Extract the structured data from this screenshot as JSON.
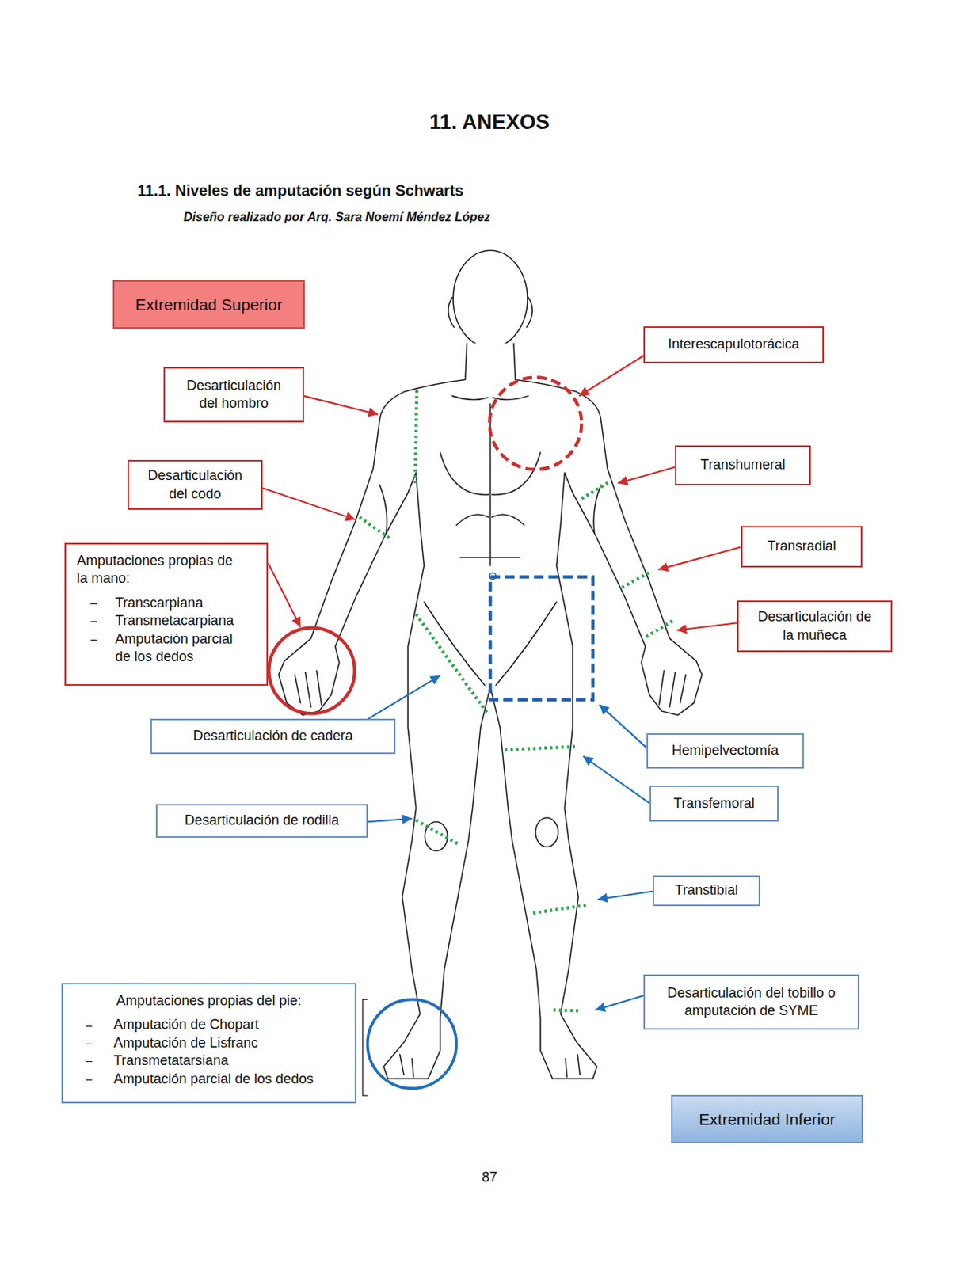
{
  "diagram": {
    "title": "11. ANEXOS",
    "nodes": [
      {
        "text": [
          "Extremidad Superior"
        ]
      },
      {
        "text": [
          "Interescapulotorácica"
        ]
      },
      {
        "text": [
          "Desarticulación del hombro"
        ]
      },
      {
        "text": [
          "Transhumeral"
        ]
      },
      {
        "text": [
          "Desarticulación del codo"
        ]
      },
      {
        "text": [
          "Transradial"
        ]
      },
      {
        "text": [
          "Amputaciones propias de la mano:",
          "Transcarpiana",
          "Transmetacarpiana",
          "Amputación parcial de los dedos"
        ]
      },
      {
        "text": [
          "Desarticulación de la muñeca"
        ]
      },
      {
        "text": [
          "Desarticulación de cadera"
        ]
      },
      {
        "text": [
          "Hemipelvectomía"
        ]
      },
      {
        "text": [
          "Transfemoral"
        ]
      },
      {
        "text": [
          "Desarticulación de rodilla"
        ]
      },
      {
        "text": [
          "Transtibial"
        ]
      },
      {
        "text": [
          "Desarticulación del tobillo o amputación de SYME"
        ]
      },
      {
        "text": [
          "Amputaciones propias del pie:",
          "Amputación de Chopart",
          "Amputación de Lisfranc",
          "Transmetatarsiana",
          "Amputación parcial de los dedos"
        ]
      },
      {
        "text": [
          "Extremidad Inferior"
        ]
      }
    ],
    "labels": [
      "11.1. Niveles de amputación según Schwarts",
      "Diseño realizado por Arq. Sara Noemí Méndez López",
      "87"
    ]
  }
}
